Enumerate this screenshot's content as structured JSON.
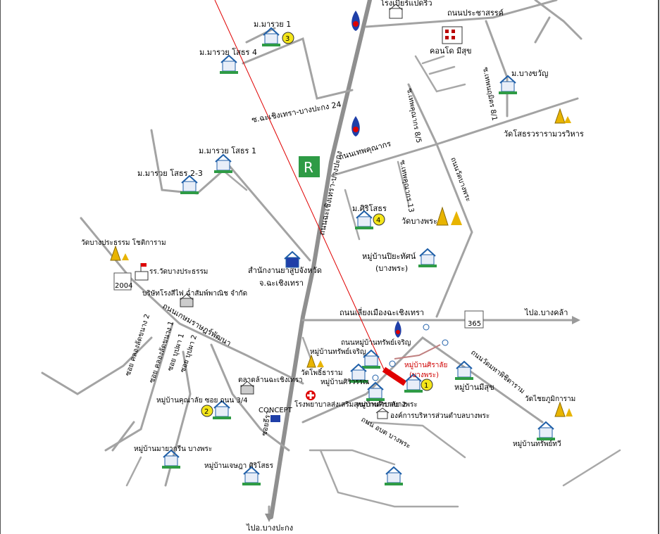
{
  "labels": {
    "brewery": "โรงเบียร์แปดริ้ว",
    "prachasan_rd": "ถนนประชาสรรค์",
    "condo": "คอนโด มีสุข",
    "maruay1": "ม.มารวย 1",
    "maruay_sothon4": "ม.มารวย โสธร 4",
    "bang_kwan": "ม.บางขวัญ",
    "soi_theppanakorn81": "ซ.เทพนฤมิตร 8/1",
    "soi_chachoengsao_bangpakong24": "ซ.ฉะเชิงเทรา-บางปะกง 24",
    "soi_theppanakorn85": "ซ.เทพคุณากร 8/5",
    "wat_sothon": "วัดโสธรวรารามวรวิหาร",
    "maruay_sothon1": "ม.มารวย โสธร 1",
    "maruay_sothon23": "ม.มารวย โสธร 2-3",
    "theppanakorn_rd": "ถนนเทพคุณากร",
    "soi_theppanakorn13": "ซ.เทพคุณากร 13",
    "chachoengsao_bangpakong_rd": "ถนนฉะเชิงเทรา-บางปะกง",
    "wat_bangphra_rd": "ถนนวัดบางพระ",
    "sirisothon": "ม.ศิริโสธร",
    "wat_bangphra": "วัดบางพระ",
    "wat_bangpradhamma": "วัดบางประธรรม โชติการาม",
    "piyathat": "หมู่บ้านปิยะทัศน์",
    "piyathat_sub": "(บางพระ)",
    "school_bangpra": "รร.วัดบางประธรรม",
    "route2004": "2004",
    "tobacco_office": "สำนักงานยาสูบจังหวัด",
    "tobacco_office_sub": "จ.ฉะเชิงเทรา",
    "company": "บริษัทโรงสีไฟ ฉ่ำสัมพ์พาณิช จำกัด",
    "bypass_rd": "ถนนเลี่ยงเมืองฉะเชิงเทรา",
    "route365": "365",
    "to_bangkhla": "ไปอ.บางคล้า",
    "soi_klongladkhanang1": "ซอย คลองลัดขนาง 1",
    "soi_klongladkhanang2": "ซอย คลองลัดขนาง 2",
    "kasemrat_rd": "ถนนเกษมราษฎร์พัฒนา",
    "soi_bupha1": "ซอย บุปผา 1",
    "soi_bupha2": "ซอย บุปผา 2",
    "mooban_sapcharoen_rd": "ถนนหมู่บ้านทรัพย์เจริญ",
    "sapcharoen": "หมู่บ้านทรัพย์เจริญ",
    "siralai": "หมู่บ้านศิราลัย",
    "siralai_sub": "(บางพระ)",
    "wat_rd_bangpra": "ถนนวัดมหาพิชิตาราม",
    "wat_pho": "วัดโพธิ์ธาราม",
    "sirivarn": "หมู่บ้านศิริวรรณ",
    "mee_suk": "หมู่บ้านมีสุข",
    "market": "ตลาดล้านฉะเชิงเทรา",
    "kunalai": "หมู่บ้านคุณาลัย ซอย ถนน 3/4",
    "hospital": "โรงพยาบาลส่งเสริมสุขภาพตำบลบางพระ",
    "siralai2": "หมู่บ้านศิราลัย 2",
    "obt_rd": "ถนน อบต บางพระ",
    "obt": "องค์การบริหารส่วนตำบลบางพระ",
    "wat_chaiyaphum": "วัดไชยภูมิการาม",
    "concept": "CONCEPT",
    "soi_sotheera": "ซอยธีรา",
    "sapthavee": "หมู่บ้านทรัพย์ทวี",
    "mayakrin": "หมู่บ้านมายากรีน บางพระ",
    "chettiwat": "หมู่บ้านเจษฎา ศิริโสธร",
    "to_bangpakong": "ไปอ.บางปะกง",
    "badge1": "1",
    "badge2": "2",
    "badge3": "3",
    "badge4": "4"
  },
  "colors": {
    "road": "#9a9a9a",
    "highlight": "#e00000",
    "badge": "#f5e61a",
    "house": "#1f5fa8",
    "temple": "#e8b400",
    "logo_green": "#2e9b45"
  }
}
